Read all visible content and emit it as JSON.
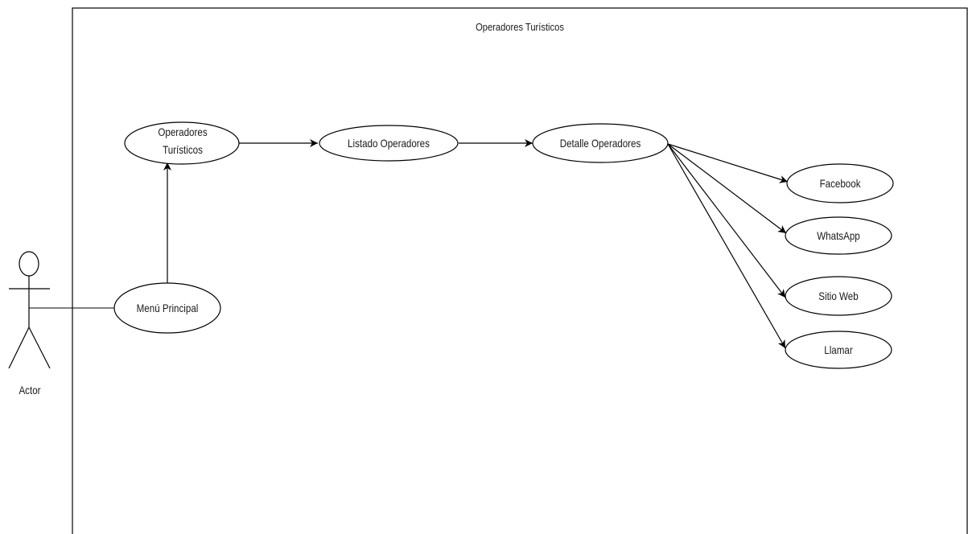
{
  "system": {
    "title": "Operadores Turísticos"
  },
  "actor": {
    "label": "Actor"
  },
  "use_cases": {
    "operadores": {
      "lines": [
        "Operadores",
        "Turísticos"
      ]
    },
    "listado": {
      "label": "Listado Operadores"
    },
    "detalle": {
      "label": "Detalle Operadores"
    },
    "menu": {
      "label": "Menú Principal"
    },
    "facebook": {
      "label": "Facebook"
    },
    "whatsapp": {
      "label": "WhatsApp"
    },
    "sitio": {
      "label": "Sitio Web"
    },
    "llamar": {
      "label": "Llamar"
    }
  },
  "colors": {
    "stroke": "#000000",
    "fill": "#ffffff",
    "text": "#1a1a1a"
  }
}
